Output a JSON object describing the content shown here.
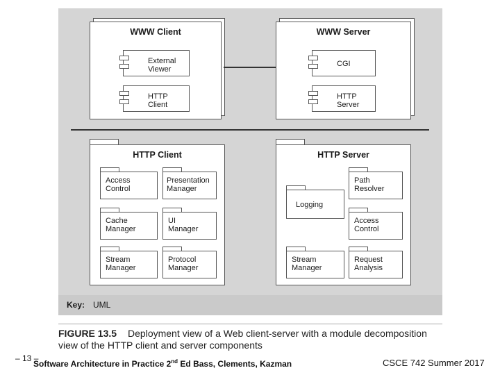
{
  "nodes": {
    "www_client": {
      "title": "WWW Client",
      "components": [
        "External\nViewer",
        "HTTP\nClient"
      ]
    },
    "www_server": {
      "title": "WWW Server",
      "components": [
        "CGI",
        "HTTP\nServer"
      ]
    }
  },
  "packages": {
    "http_client": {
      "title": "HTTP Client",
      "modules": [
        "Access\nControl",
        "Presentation\nManager",
        "Cache\nManager",
        "UI\nManager",
        "Stream\nManager",
        "Protocol\nManager"
      ]
    },
    "http_server": {
      "title": "HTTP Server",
      "modules": [
        "Path\nResolver",
        "Logging",
        "Access\nControl",
        "Stream\nManager",
        "Request\nAnalysis"
      ]
    }
  },
  "key": {
    "label": "Key:",
    "value": "UML"
  },
  "caption": {
    "figure": "FIGURE 13.5",
    "text": "Deployment view of a Web client-server with a module decomposition view of the HTTP client and server components"
  },
  "footer": {
    "page": "– 13 –",
    "book": "Software Architecture in Practice 2",
    "edition_sup": "nd",
    "edition_rest": " Ed  Bass, Clements, Kazman",
    "course": "CSCE 742 Summer 2017"
  }
}
